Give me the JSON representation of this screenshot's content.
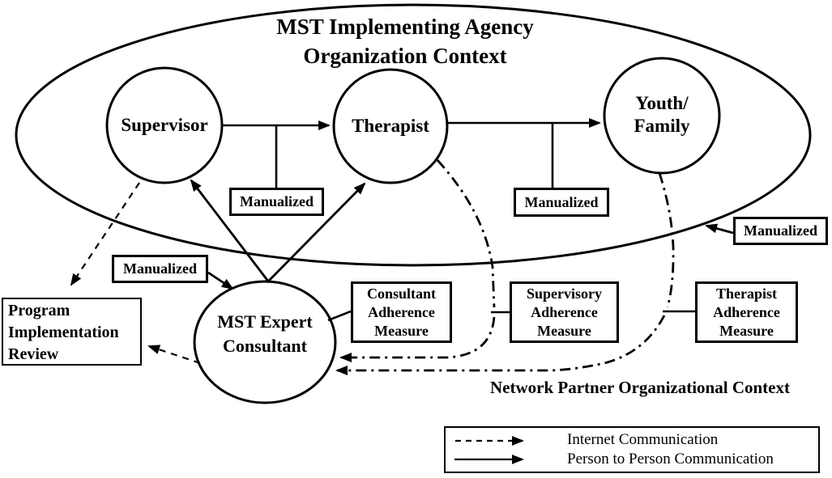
{
  "diagram": {
    "title": {
      "line1": "MST Implementing Agency",
      "line2": "Organization Context"
    },
    "nodes": {
      "supervisor": {
        "label": "Supervisor"
      },
      "therapist": {
        "label": "Therapist"
      },
      "youth_family": {
        "line1": "Youth/",
        "line2": "Family"
      },
      "mst_consultant": {
        "line1": "MST Expert",
        "line2": "Consultant"
      }
    },
    "boxes": {
      "manualized_top_left": {
        "label": "Manualized"
      },
      "manualized_top_right": {
        "label": "Manualized"
      },
      "manualized_outer_right": {
        "label": "Manualized"
      },
      "manualized_lower_left": {
        "label": "Manualized"
      },
      "consultant_adherence": {
        "line1": "Consultant",
        "line2": "Adherence",
        "line3": "Measure"
      },
      "supervisory_adherence": {
        "line1": "Supervisory",
        "line2": "Adherence",
        "line3": "Measure"
      },
      "therapist_adherence": {
        "line1": "Therapist",
        "line2": "Adherence",
        "line3": "Measure"
      },
      "program_review": {
        "line1": "Program",
        "line2": "Implementation",
        "line3": "Review"
      }
    },
    "context_label": "Network Partner Organizational Context",
    "legend": {
      "internet": "Internet Communication",
      "person_to_person": "Person to Person Communication"
    },
    "colors": {
      "ink": "#000000",
      "background": "#ffffff"
    }
  }
}
